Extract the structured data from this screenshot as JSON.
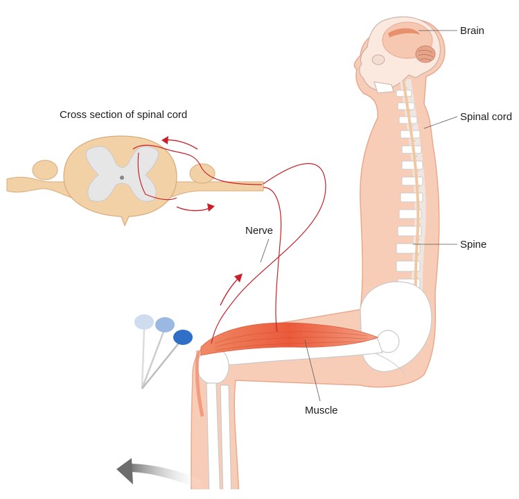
{
  "labels": {
    "cross_section_title": "Cross section of spinal cord",
    "brain": "Brain",
    "spinal_cord": "Spinal cord",
    "spine": "Spine",
    "nerve": "Nerve",
    "muscle": "Muscle"
  },
  "colors": {
    "skin": "#f8cdb8",
    "skin_outline": "#e9a88c",
    "bone": "#ffffff",
    "bone_outline": "#c9c9c9",
    "muscle": "#ee6a48",
    "nerve": "#c8202a",
    "cord_tissue": "#f3d1a6",
    "grey_matter": "#e6e6e6",
    "hammer_light": "#aac4e6",
    "hammer_dark": "#2f6fc7",
    "motion_arrow": "#666666"
  },
  "icons": [
    "reflex-hammer-icon",
    "motion-arrow-icon",
    "nerve-signal-arrow-icon"
  ]
}
